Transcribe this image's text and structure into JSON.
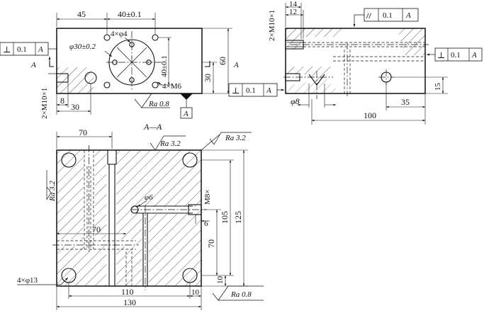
{
  "top_view": {
    "dim_45": "45",
    "dim_40_tol": "40±0.1",
    "holes_4x_phi4": "4×φ4",
    "phi30": "φ30±0.2",
    "dim_40_vert": "40±0.1",
    "holes_4x_m6": "4×M6",
    "dim_30_vert": "30",
    "dim_60": "60",
    "dim_30_bottom": "30",
    "dim_8": "8",
    "thread_2x_m10": "2×M10×1",
    "section_a_left": "A",
    "section_a_right": "A",
    "ra_bottom": "Ra 0.8",
    "datum_a": "A",
    "perp_fcf": {
      "symbol": "⊥",
      "value": "0.1",
      "datum": "A"
    }
  },
  "side_view": {
    "thread_2x_m10": "2×M10×1",
    "dim_14": "14",
    "dim_12": "12",
    "parallel_fcf": {
      "symbol": "//",
      "value": "0.1",
      "datum": "A"
    },
    "perp_fcf_right": {
      "symbol": "⊥",
      "value": "0.1",
      "datum": "A"
    },
    "perp_fcf_left": {
      "symbol": "⊥",
      "value": "0.1",
      "datum": "A"
    },
    "dim_15": "15",
    "phi8": "φ8",
    "dim_35": "35",
    "dim_100": "100"
  },
  "section_view": {
    "title": "A—A",
    "dim_70_top": "70",
    "ra_top": "Ra 3.2",
    "ra_top_right": "Ra 3.2",
    "ra_left": "Ra 3.2",
    "phi6": "φ6",
    "m8": "M8×",
    "dim_6": "6",
    "dim_105": "105",
    "dim_125": "125",
    "dim_70_mid": "70",
    "dim_70_vert": "70",
    "dim_10_vert": "10",
    "holes_4x_phi13": "4×φ13",
    "dim_110": "110",
    "dim_10_bottom": "10",
    "dim_130": "130",
    "ra_bottom_right": "Ra 0.8"
  }
}
